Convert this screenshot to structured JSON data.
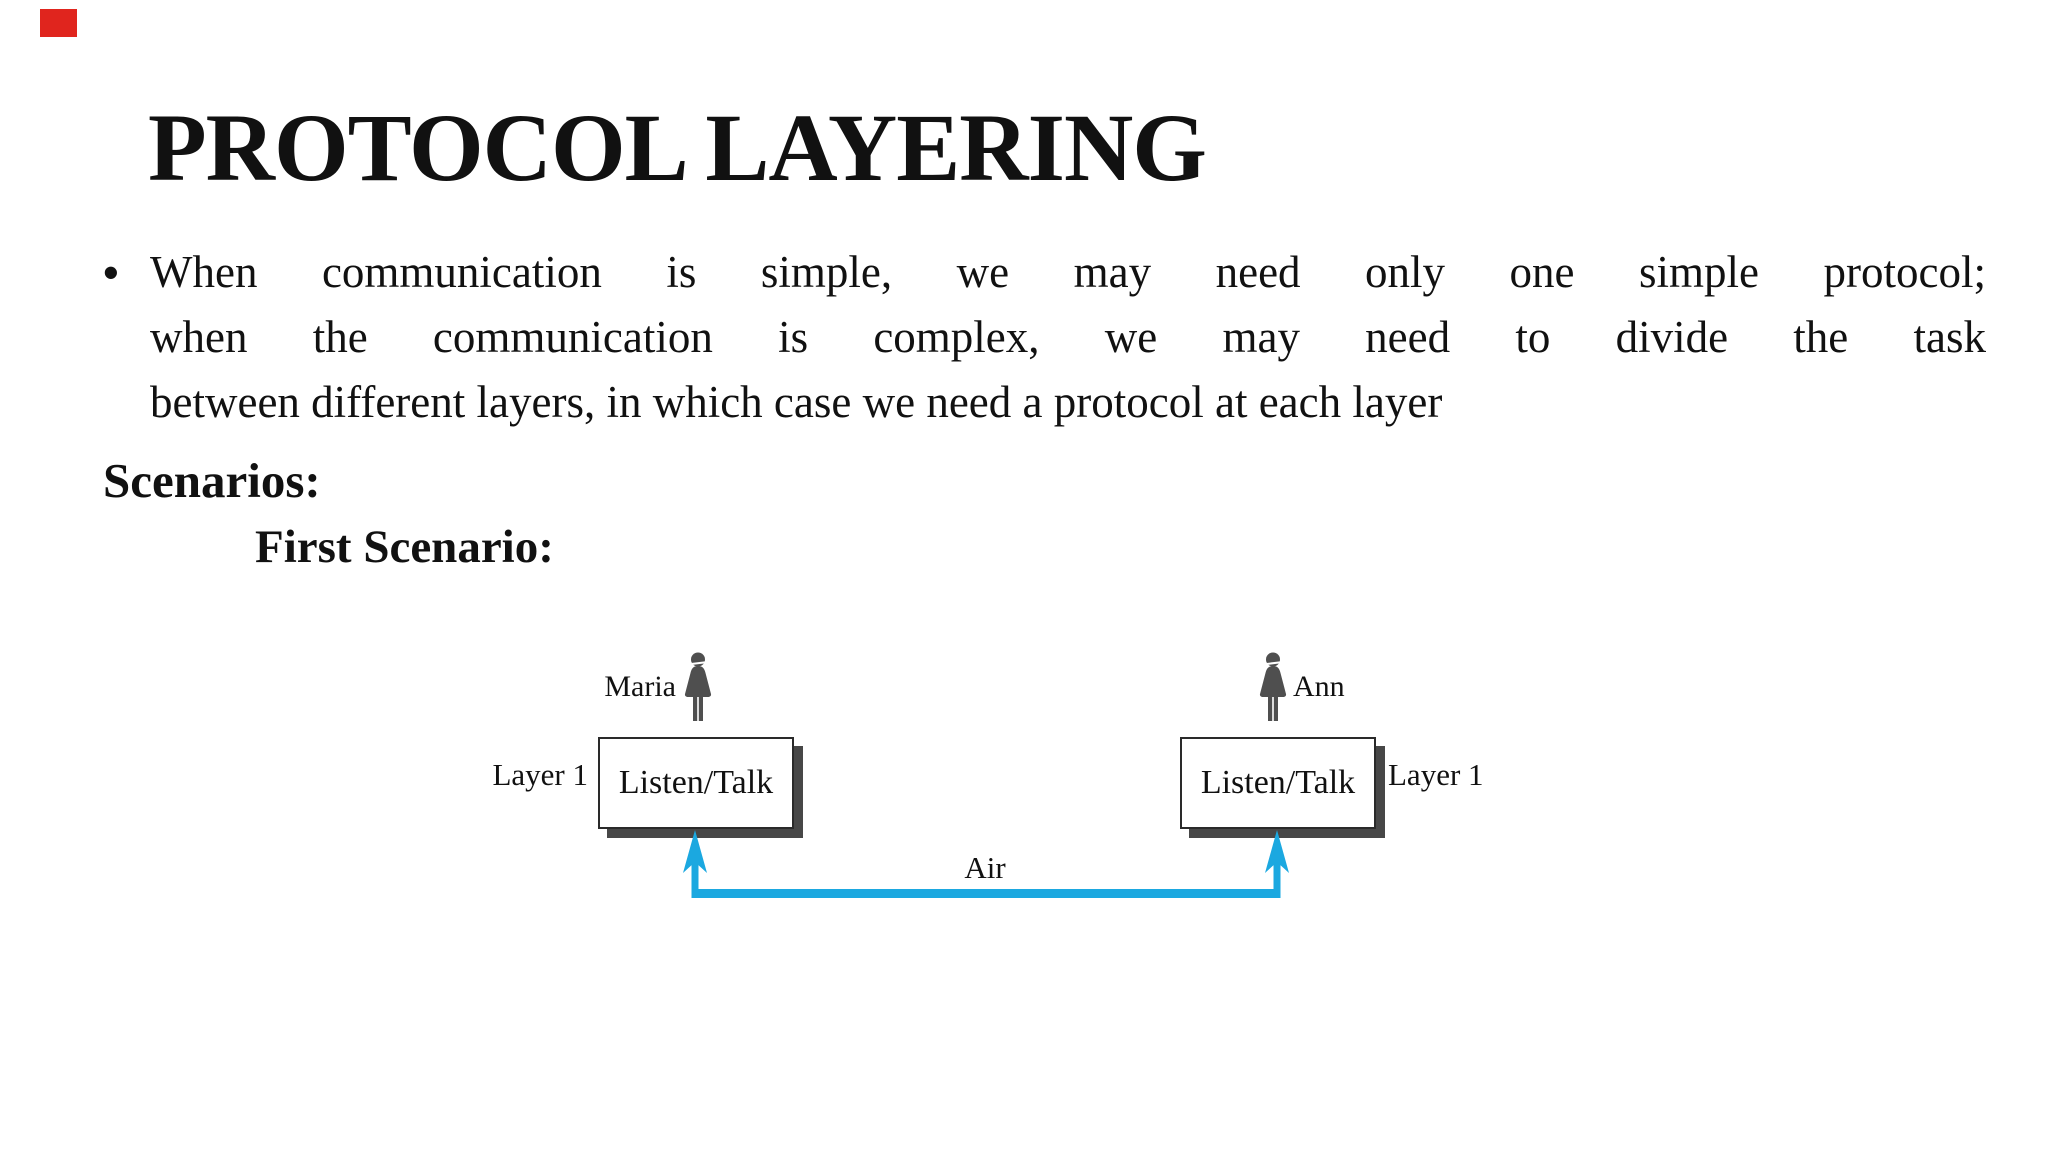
{
  "title": "PROTOCOL LAYERING",
  "body": {
    "bullet_lines": [
      "When communication is simple, we may need only one simple protocol;",
      "when the communication is complex, we may need to divide the task",
      "between different layers, in which case we need a protocol at each layer"
    ],
    "bullet_glyph": "•"
  },
  "labels": {
    "scenarios": "Scenarios:",
    "first_scenario": "First Scenario:"
  },
  "diagram": {
    "left_person_label": "Maria",
    "right_person_label": "Ann",
    "left_layer_label": "Layer 1",
    "right_layer_label": "Layer 1",
    "left_box_label": "Listen/Talk",
    "right_box_label": "Listen/Talk",
    "medium_label": "Air"
  },
  "colors": {
    "link_blue": "#1BA8E0",
    "shadow_gray": "#474747",
    "figure_gray": "#4F4F4F",
    "corner_marker_red": "#E0251E",
    "text_black": "#111111"
  }
}
